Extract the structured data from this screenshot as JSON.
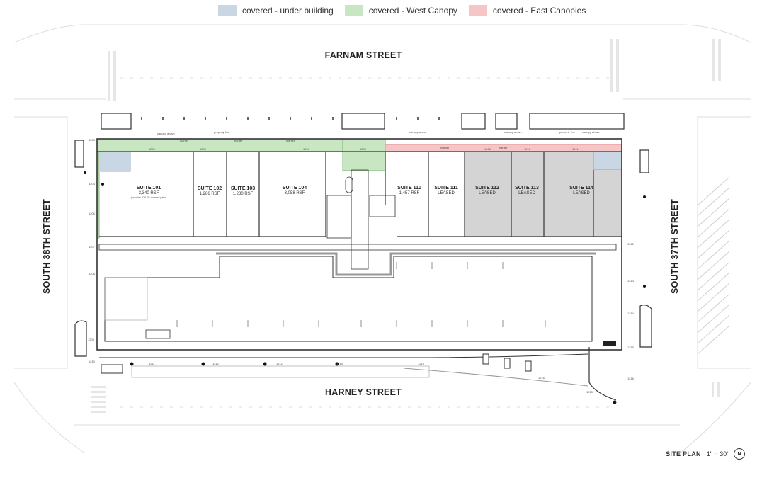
{
  "legend": [
    {
      "label": "covered - under building",
      "color": "#c9d6e4"
    },
    {
      "label": "covered - West Canopy",
      "color": "#c8e6c2"
    },
    {
      "label": "covered - East Canopies",
      "color": "#f6c6c6"
    }
  ],
  "streets": {
    "north": "FARNAM STREET",
    "south": "HARNEY STREET",
    "west": "SOUTH 38TH STREET",
    "east": "SOUTH 37TH STREET"
  },
  "suites": [
    {
      "name": "SUITE 101",
      "area": "3,340 RSF",
      "note": "(includes 229 SF covered patio)"
    },
    {
      "name": "SUITE 102",
      "area": "1,286 RSF"
    },
    {
      "name": "SUITE 103",
      "area": "1,280 RSF"
    },
    {
      "name": "SUITE 104",
      "area": "3,058 RSF"
    },
    {
      "name": "SUITE 110",
      "area": "1,457 RSF"
    },
    {
      "name": "SUITE 111",
      "area": "LEASED"
    },
    {
      "name": "SUITE 112",
      "area": "LEASED"
    },
    {
      "name": "SUITE 113",
      "area": "LEASED"
    },
    {
      "name": "SUITE 114",
      "area": "LEASED"
    }
  ],
  "labels": {
    "canopy_above": "canopy above",
    "property_line": "property line",
    "planter": "planter"
  },
  "markers": [
    "1203",
    "1204",
    "1205",
    "1206",
    "1207",
    "1208",
    "1209",
    "1210",
    "1211",
    "1212",
    "1213",
    "1214",
    "1215",
    "1216"
  ],
  "footer": {
    "title": "SITE PLAN",
    "scale": "1\" = 30'",
    "north": "N"
  }
}
